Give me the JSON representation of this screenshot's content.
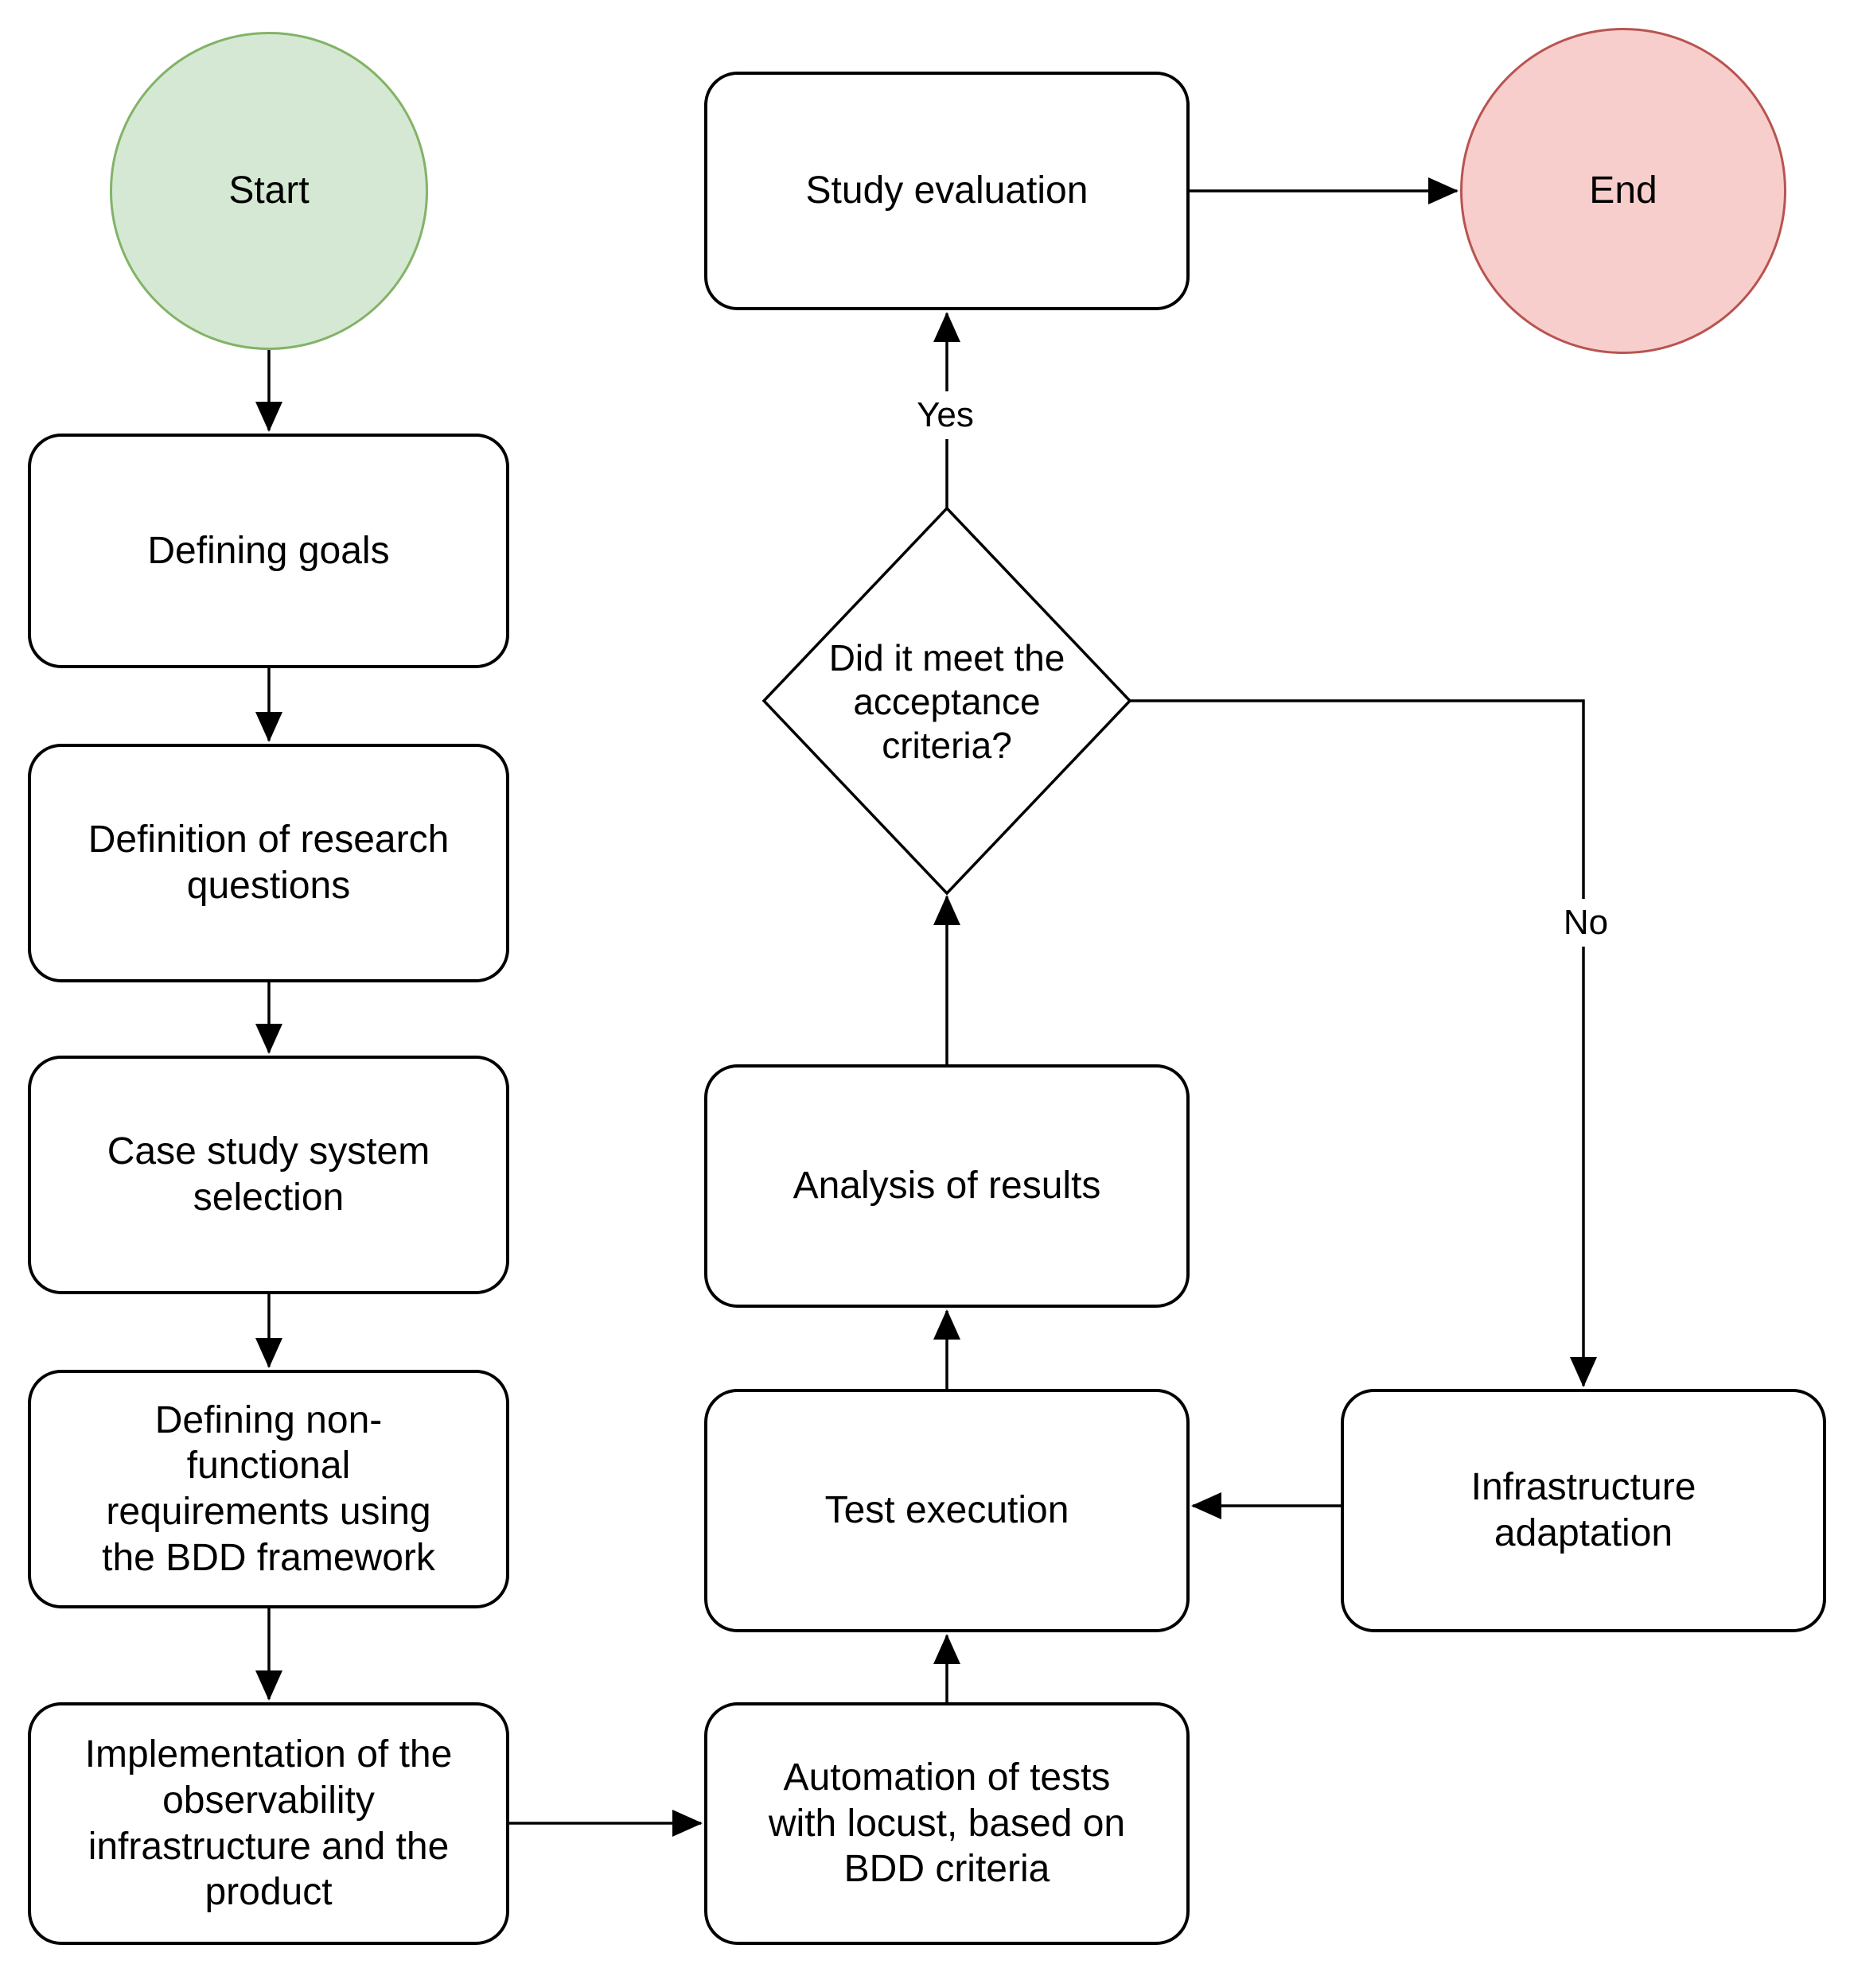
{
  "diagram": {
    "type": "flowchart",
    "nodes": {
      "start": {
        "label": "Start",
        "shape": "terminal-circle",
        "fill": "#d5e8d4",
        "border": "#82b366"
      },
      "defining_goals": {
        "label": "Defining goals",
        "shape": "process"
      },
      "research_questions": {
        "label": "Definition of research\nquestions",
        "shape": "process"
      },
      "case_study_selection": {
        "label": "Case study system\nselection",
        "shape": "process"
      },
      "nonfunctional_requirements": {
        "label": "Defining non-\nfunctional\nrequirements using\nthe BDD framework",
        "shape": "process"
      },
      "implementation": {
        "label": "Implementation of the\nobservability\ninfrastructure and the\nproduct",
        "shape": "process"
      },
      "automation": {
        "label": "Automation of tests\nwith locust, based on\nBDD criteria",
        "shape": "process"
      },
      "test_execution": {
        "label": "Test execution",
        "shape": "process"
      },
      "analysis_results": {
        "label": "Analysis of results",
        "shape": "process"
      },
      "acceptance_decision": {
        "label": "Did it meet the\nacceptance\ncriteria?",
        "shape": "decision-diamond"
      },
      "study_evaluation": {
        "label": "Study evaluation",
        "shape": "process"
      },
      "infrastructure_adaptation": {
        "label": "Infrastructure\nadaptation",
        "shape": "process"
      },
      "end": {
        "label": "End",
        "shape": "terminal-circle",
        "fill": "#f8cecc",
        "border": "#b85450"
      }
    },
    "edge_labels": {
      "yes": "Yes",
      "no": "No"
    },
    "edges": [
      {
        "from": "start",
        "to": "defining_goals"
      },
      {
        "from": "defining_goals",
        "to": "research_questions"
      },
      {
        "from": "research_questions",
        "to": "case_study_selection"
      },
      {
        "from": "case_study_selection",
        "to": "nonfunctional_requirements"
      },
      {
        "from": "nonfunctional_requirements",
        "to": "implementation"
      },
      {
        "from": "implementation",
        "to": "automation"
      },
      {
        "from": "automation",
        "to": "test_execution"
      },
      {
        "from": "test_execution",
        "to": "analysis_results"
      },
      {
        "from": "analysis_results",
        "to": "acceptance_decision"
      },
      {
        "from": "acceptance_decision",
        "to": "study_evaluation",
        "label": "Yes"
      },
      {
        "from": "acceptance_decision",
        "to": "infrastructure_adaptation",
        "label": "No"
      },
      {
        "from": "infrastructure_adaptation",
        "to": "test_execution"
      },
      {
        "from": "study_evaluation",
        "to": "end"
      }
    ],
    "colors": {
      "start_fill": "#d5e8d4",
      "start_border": "#82b366",
      "end_fill": "#f8cecc",
      "end_border": "#b85450",
      "process_fill": "#ffffff",
      "line": "#000000"
    }
  }
}
